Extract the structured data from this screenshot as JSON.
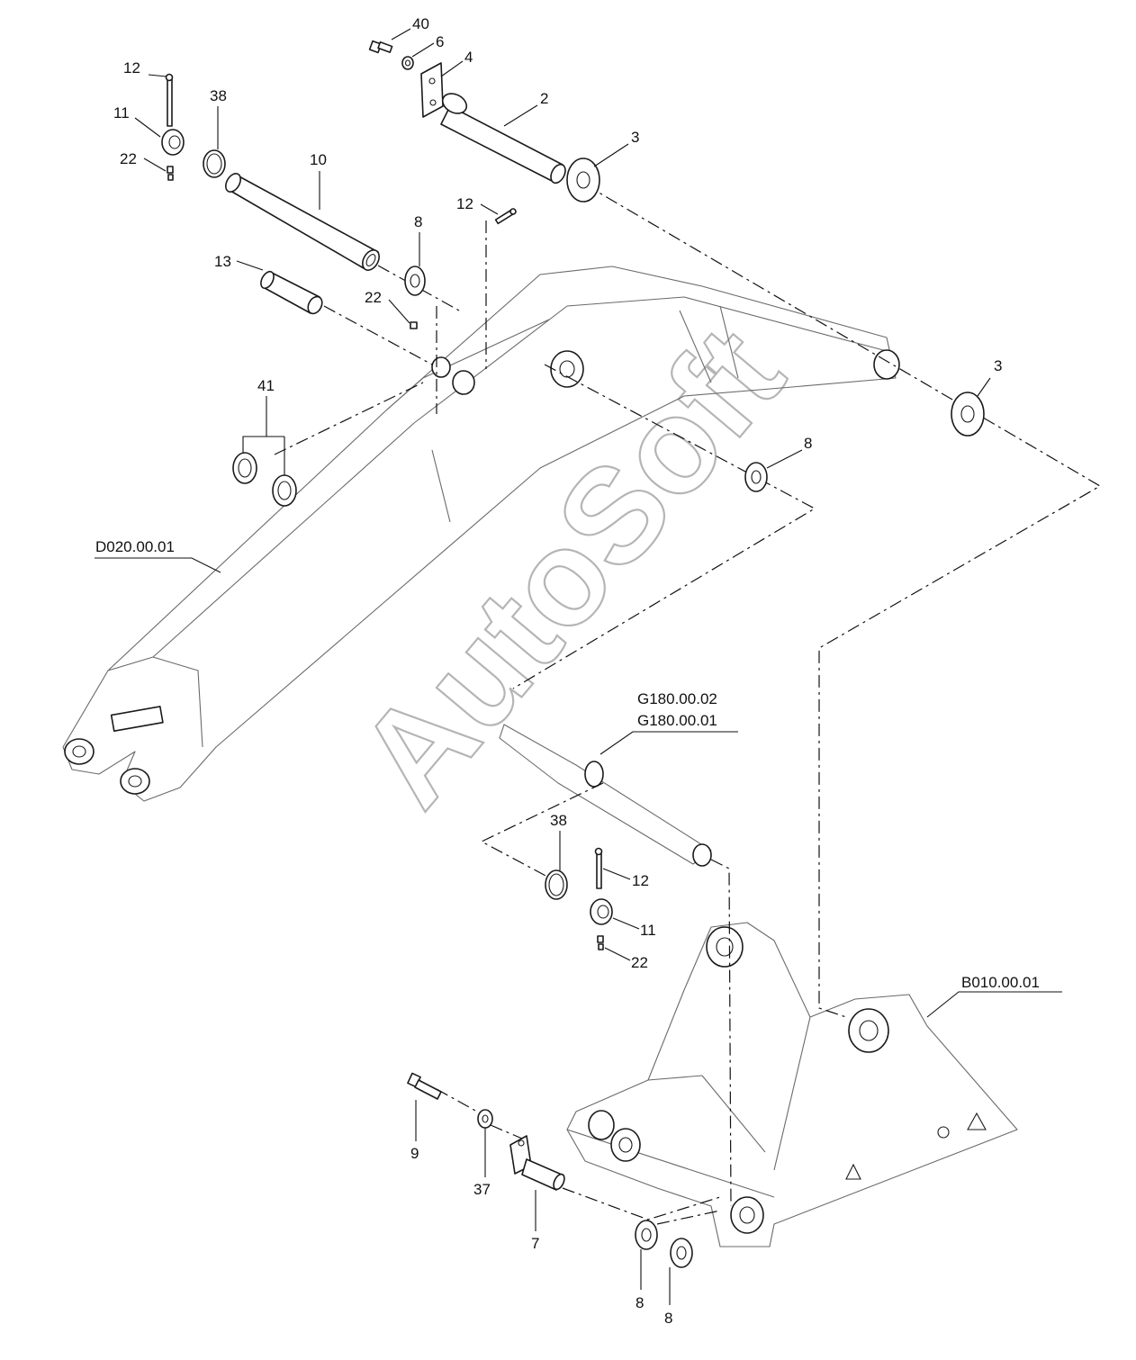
{
  "watermark": "AutoSoft",
  "callouts": {
    "p40": "40",
    "p6": "6",
    "p4": "4",
    "p2": "2",
    "p3a": "3",
    "p12a": "12",
    "p38a": "38",
    "p11a": "11",
    "p22a": "22",
    "p10": "10",
    "p12b": "12",
    "p8a": "8",
    "p13": "13",
    "p22b": "22",
    "p3b": "3",
    "p41": "41",
    "p8b": "8",
    "p38b": "38",
    "p12c": "12",
    "p11b": "11",
    "p22c": "22",
    "p9": "9",
    "p37": "37",
    "p7": "7",
    "p8c": "8",
    "p8d": "8"
  },
  "references": {
    "boom": "D020.00.01",
    "cylinder_a": "G180.00.02",
    "cylinder_b": "G180.00.01",
    "bucket": "B010.00.01"
  }
}
